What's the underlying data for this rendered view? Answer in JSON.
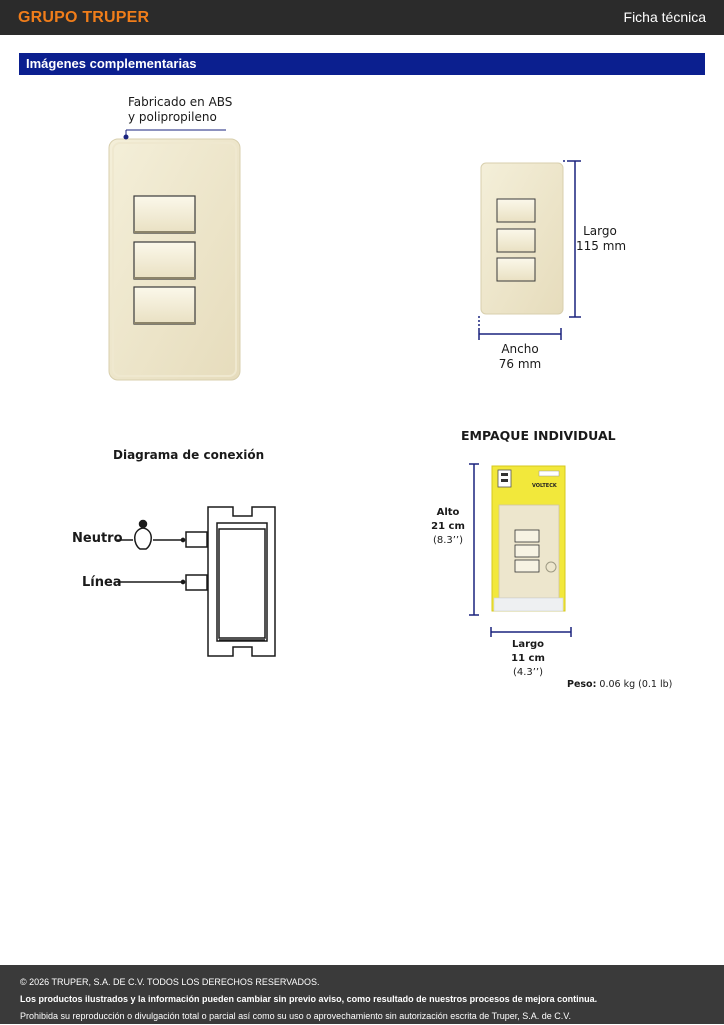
{
  "header": {
    "brand": "GRUPO TRUPER",
    "doc_type": "Ficha técnica",
    "brand_color": "#f07d1a",
    "bar_color": "#2b2b2b"
  },
  "section": {
    "title": "Imágenes complementarias",
    "color": "#0b1f8f"
  },
  "material": {
    "line1": "Fabricado en ABS",
    "line2": "y polipropileno"
  },
  "dimensions": {
    "largo_label": "Largo",
    "largo_value": "115 mm",
    "ancho_label": "Ancho",
    "ancho_value": "76 mm"
  },
  "diagram": {
    "title": "Diagrama de conexión",
    "neutro": "Neutro",
    "linea": "Línea"
  },
  "package": {
    "title": "EMPAQUE INDIVIDUAL",
    "alto_label": "Alto",
    "alto_cm": "21 cm",
    "alto_in": "(8.3’’)",
    "largo_label": "Largo",
    "largo_cm": "11 cm",
    "largo_in": "(4.3’’)",
    "peso_label": "Peso:",
    "peso_value": "0.06 kg (0.1 lb)",
    "brand_logo": "VOLTECK"
  },
  "footer": {
    "copyright": "© 2026 TRUPER, S.A. DE C.V. TODOS LOS DERECHOS RESERVADOS.",
    "notice": "Los productos ilustrados y la información pueden cambiar sin previo aviso, como resultado de nuestros procesos de mejora continua.",
    "prohibition": "Prohibida su reproducción o divulgación total o parcial así como su uso o aprovechamiento sin autorización escrita de Truper, S.A. de C.V."
  },
  "icons": {
    "bulb": "light-bulb-icon",
    "switch": "switch-symbol-icon"
  }
}
